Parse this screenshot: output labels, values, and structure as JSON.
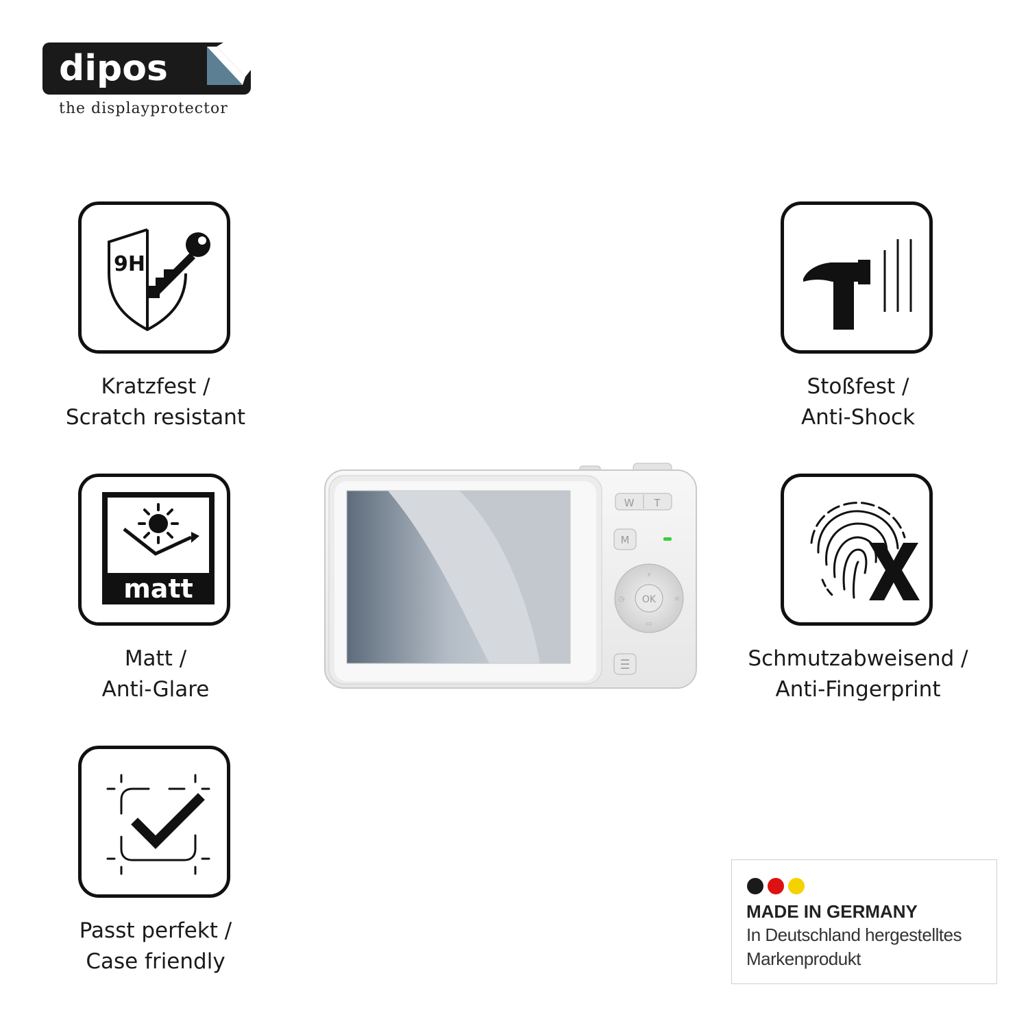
{
  "logo": {
    "brand": "dipos",
    "tagline": "the displayprotector"
  },
  "features": [
    {
      "icon": "shield-9h-key-icon",
      "icon_text": "9H",
      "line1": "Kratzfest /",
      "line2": "Scratch resistant"
    },
    {
      "icon": "hammer-impact-icon",
      "line1": "Stoßfest /",
      "line2": "Anti-Shock"
    },
    {
      "icon": "sun-matt-icon",
      "icon_text": "matt",
      "line1": "Matt /",
      "line2": "Anti-Glare"
    },
    {
      "icon": "fingerprint-x-icon",
      "line1": "Schmutzabweisend /",
      "line2": "Anti-Fingerprint"
    },
    {
      "icon": "check-frame-icon",
      "line1": "Passt perfekt /",
      "line2": "Case friendly"
    }
  ],
  "camera": {
    "zoom_w": "W",
    "zoom_t": "T",
    "mode_button": "M",
    "ok_button": "OK"
  },
  "badge": {
    "flag_colors": [
      "#1a1a1a",
      "#dd1111",
      "#f4d200"
    ],
    "title": "MADE IN GERMANY",
    "line1": "In Deutschland hergestelltes",
    "line2": "Markenprodukt"
  },
  "colors": {
    "icon_stroke": "#111111",
    "led_green": "#3ccc3c"
  }
}
